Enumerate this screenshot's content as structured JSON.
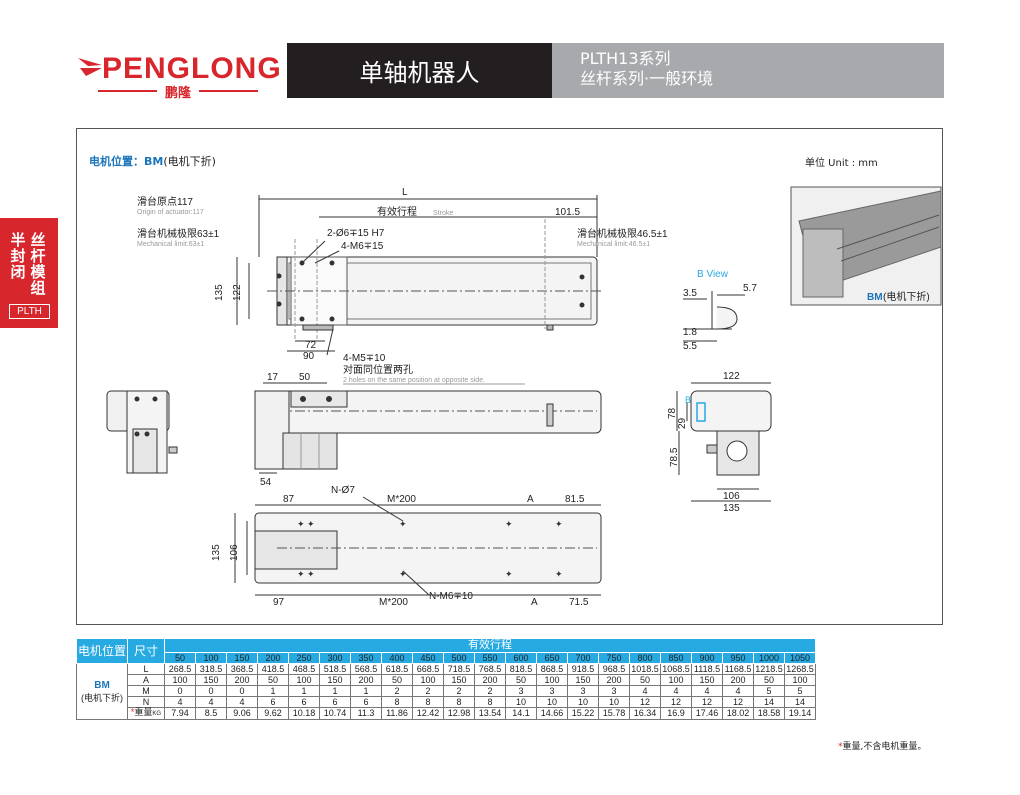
{
  "header": {
    "logo_word": "PENGLONG",
    "logo_sub": "鹏隆",
    "category": "单轴机器人",
    "series_line1": "PLTH13系列",
    "series_line2": "丝杆系列·一般环境"
  },
  "side_tab": {
    "col1": [
      "丝",
      "杆",
      "模",
      "组"
    ],
    "col2": [
      "半",
      "封",
      "闭"
    ],
    "code": "PLTH"
  },
  "colors": {
    "brand_red": "#d7262c",
    "header_blue": "#27a9e1",
    "title_blue": "#1b75bb",
    "cyan": "#27a9e1"
  },
  "drawing": {
    "motor_title_label": "电机位置：",
    "motor_title_code": "BM",
    "motor_title_desc": "(电机下折)",
    "unit": "单位 Unit : mm",
    "origin_cn": "滑台原点117",
    "origin_en": "Origin of actuator:117",
    "mech_left_cn": "滑台机械极限63±1",
    "mech_left_en": "Mechanical limit:63±1",
    "mech_right_cn": "滑台机械极限46.5±1",
    "mech_right_en": "Mechanical limit:46.5±1",
    "L": "L",
    "stroke_cn": "有效行程",
    "stroke_en": "Stroke",
    "d101_5": "101.5",
    "pin_hole": "2-Ø6∓15 H7",
    "m6_holes": "4-M6∓15",
    "d135": "135",
    "d122": "122",
    "d72": "72",
    "d90": "90",
    "m5_holes": "4-M5∓10",
    "opp_cn": "对面同位置两孔",
    "opp_en": "2 holes on the same position at opposite side.",
    "d17": "17",
    "d50": "50",
    "d54": "54",
    "b_view": "B View",
    "d3_5": "3.5",
    "d5_7": "5.7",
    "d1_8": "1.8",
    "d5_5": "5.5",
    "s122": "122",
    "s78": "78",
    "s29": "29",
    "s78_5": "78.5",
    "s106": "106",
    "s135": "135",
    "b_label": "B",
    "n_o7": "N-Ø7",
    "m200": "M*200",
    "a": "A",
    "d87": "87",
    "d81_5": "81.5",
    "b135": "135",
    "b106": "106",
    "d97": "97",
    "m200b": "M*200",
    "n_m6": "N-M6∓10",
    "ab": "A",
    "d71_5": "71.5",
    "photo_code": "BM",
    "photo_desc": "(电机下折)"
  },
  "table": {
    "h_motor": "电机位置",
    "h_size": "尺寸",
    "h_stroke": "有效行程",
    "pos_code": "BM",
    "pos_desc": "(电机下折)",
    "strokes": [
      "50",
      "100",
      "150",
      "200",
      "250",
      "300",
      "350",
      "400",
      "450",
      "500",
      "550",
      "600",
      "650",
      "700",
      "750",
      "800",
      "850",
      "900",
      "950",
      "1000",
      "1050"
    ],
    "rows": [
      {
        "key": "L",
        "values": [
          "268.5",
          "318.5",
          "368.5",
          "418.5",
          "468.5",
          "518.5",
          "568.5",
          "618.5",
          "668.5",
          "718.5",
          "768.5",
          "818.5",
          "868.5",
          "918.5",
          "968.5",
          "1018.5",
          "1068.5",
          "1118.5",
          "1168.5",
          "1218.5",
          "1268.5"
        ]
      },
      {
        "key": "A",
        "values": [
          "100",
          "150",
          "200",
          "50",
          "100",
          "150",
          "200",
          "50",
          "100",
          "150",
          "200",
          "50",
          "100",
          "150",
          "200",
          "50",
          "100",
          "150",
          "200",
          "50",
          "100"
        ]
      },
      {
        "key": "M",
        "values": [
          "0",
          "0",
          "0",
          "1",
          "1",
          "1",
          "1",
          "2",
          "2",
          "2",
          "2",
          "3",
          "3",
          "3",
          "3",
          "4",
          "4",
          "4",
          "4",
          "5",
          "5"
        ]
      },
      {
        "key": "N",
        "values": [
          "4",
          "4",
          "4",
          "6",
          "6",
          "6",
          "6",
          "8",
          "8",
          "8",
          "8",
          "10",
          "10",
          "10",
          "10",
          "12",
          "12",
          "12",
          "12",
          "14",
          "14"
        ]
      }
    ],
    "weight_star": "*",
    "weight_label": "重量",
    "weight_unit": "KG",
    "weight_values": [
      "7.94",
      "8.5",
      "9.06",
      "9.62",
      "10.18",
      "10.74",
      "11.3",
      "11.86",
      "12.42",
      "12.98",
      "13.54",
      "14.1",
      "14.66",
      "15.22",
      "15.78",
      "16.34",
      "16.9",
      "17.46",
      "18.02",
      "18.58",
      "19.14"
    ]
  },
  "footnote_star": "*",
  "footnote": "重量,不含电机重量。"
}
